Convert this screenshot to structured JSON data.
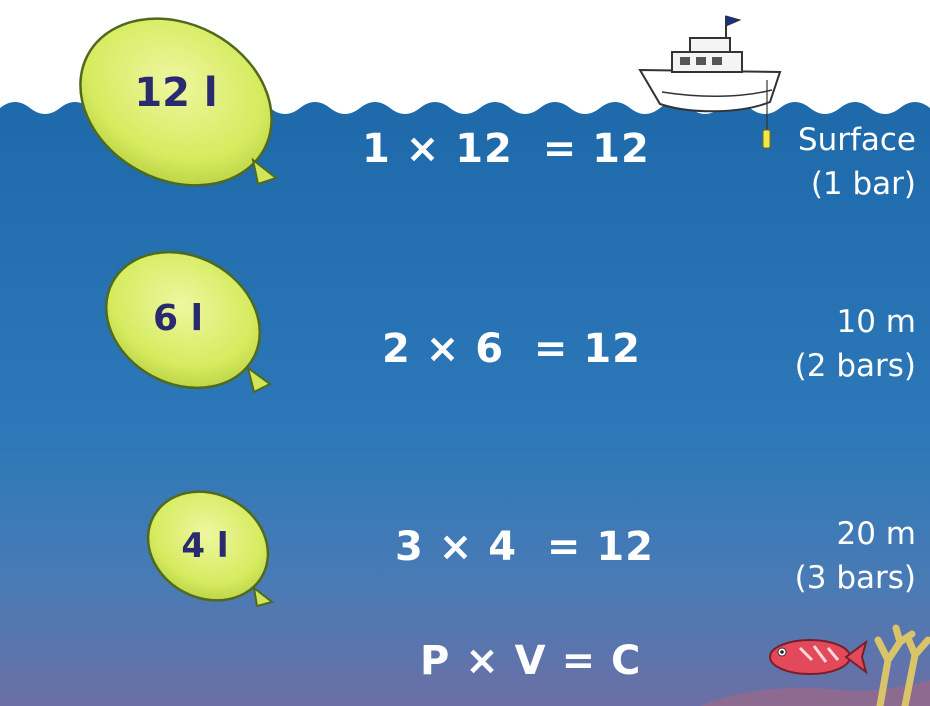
{
  "balloons": [
    {
      "label": "12 l"
    },
    {
      "label": "6 l"
    },
    {
      "label": "4 l"
    }
  ],
  "equations": [
    {
      "text": "1 × 12  = 12"
    },
    {
      "text": "2 × 6  = 12"
    },
    {
      "text": "3 × 4  = 12"
    }
  ],
  "law": {
    "text": "P × V = C"
  },
  "depths": [
    {
      "line1": "Surface",
      "line2": "(1 bar)"
    },
    {
      "line1": "10 m",
      "line2": "(2 bars)"
    },
    {
      "line1": "20 m",
      "line2": "(3 bars)"
    }
  ],
  "colors": {
    "water_top": "#1f6cab",
    "water_bottom": "#5b6fa8",
    "balloon": "#d7ec63",
    "balloon_stroke": "#4f6a1c",
    "text": "#ffffff",
    "balloon_text": "#2a2a6e"
  }
}
